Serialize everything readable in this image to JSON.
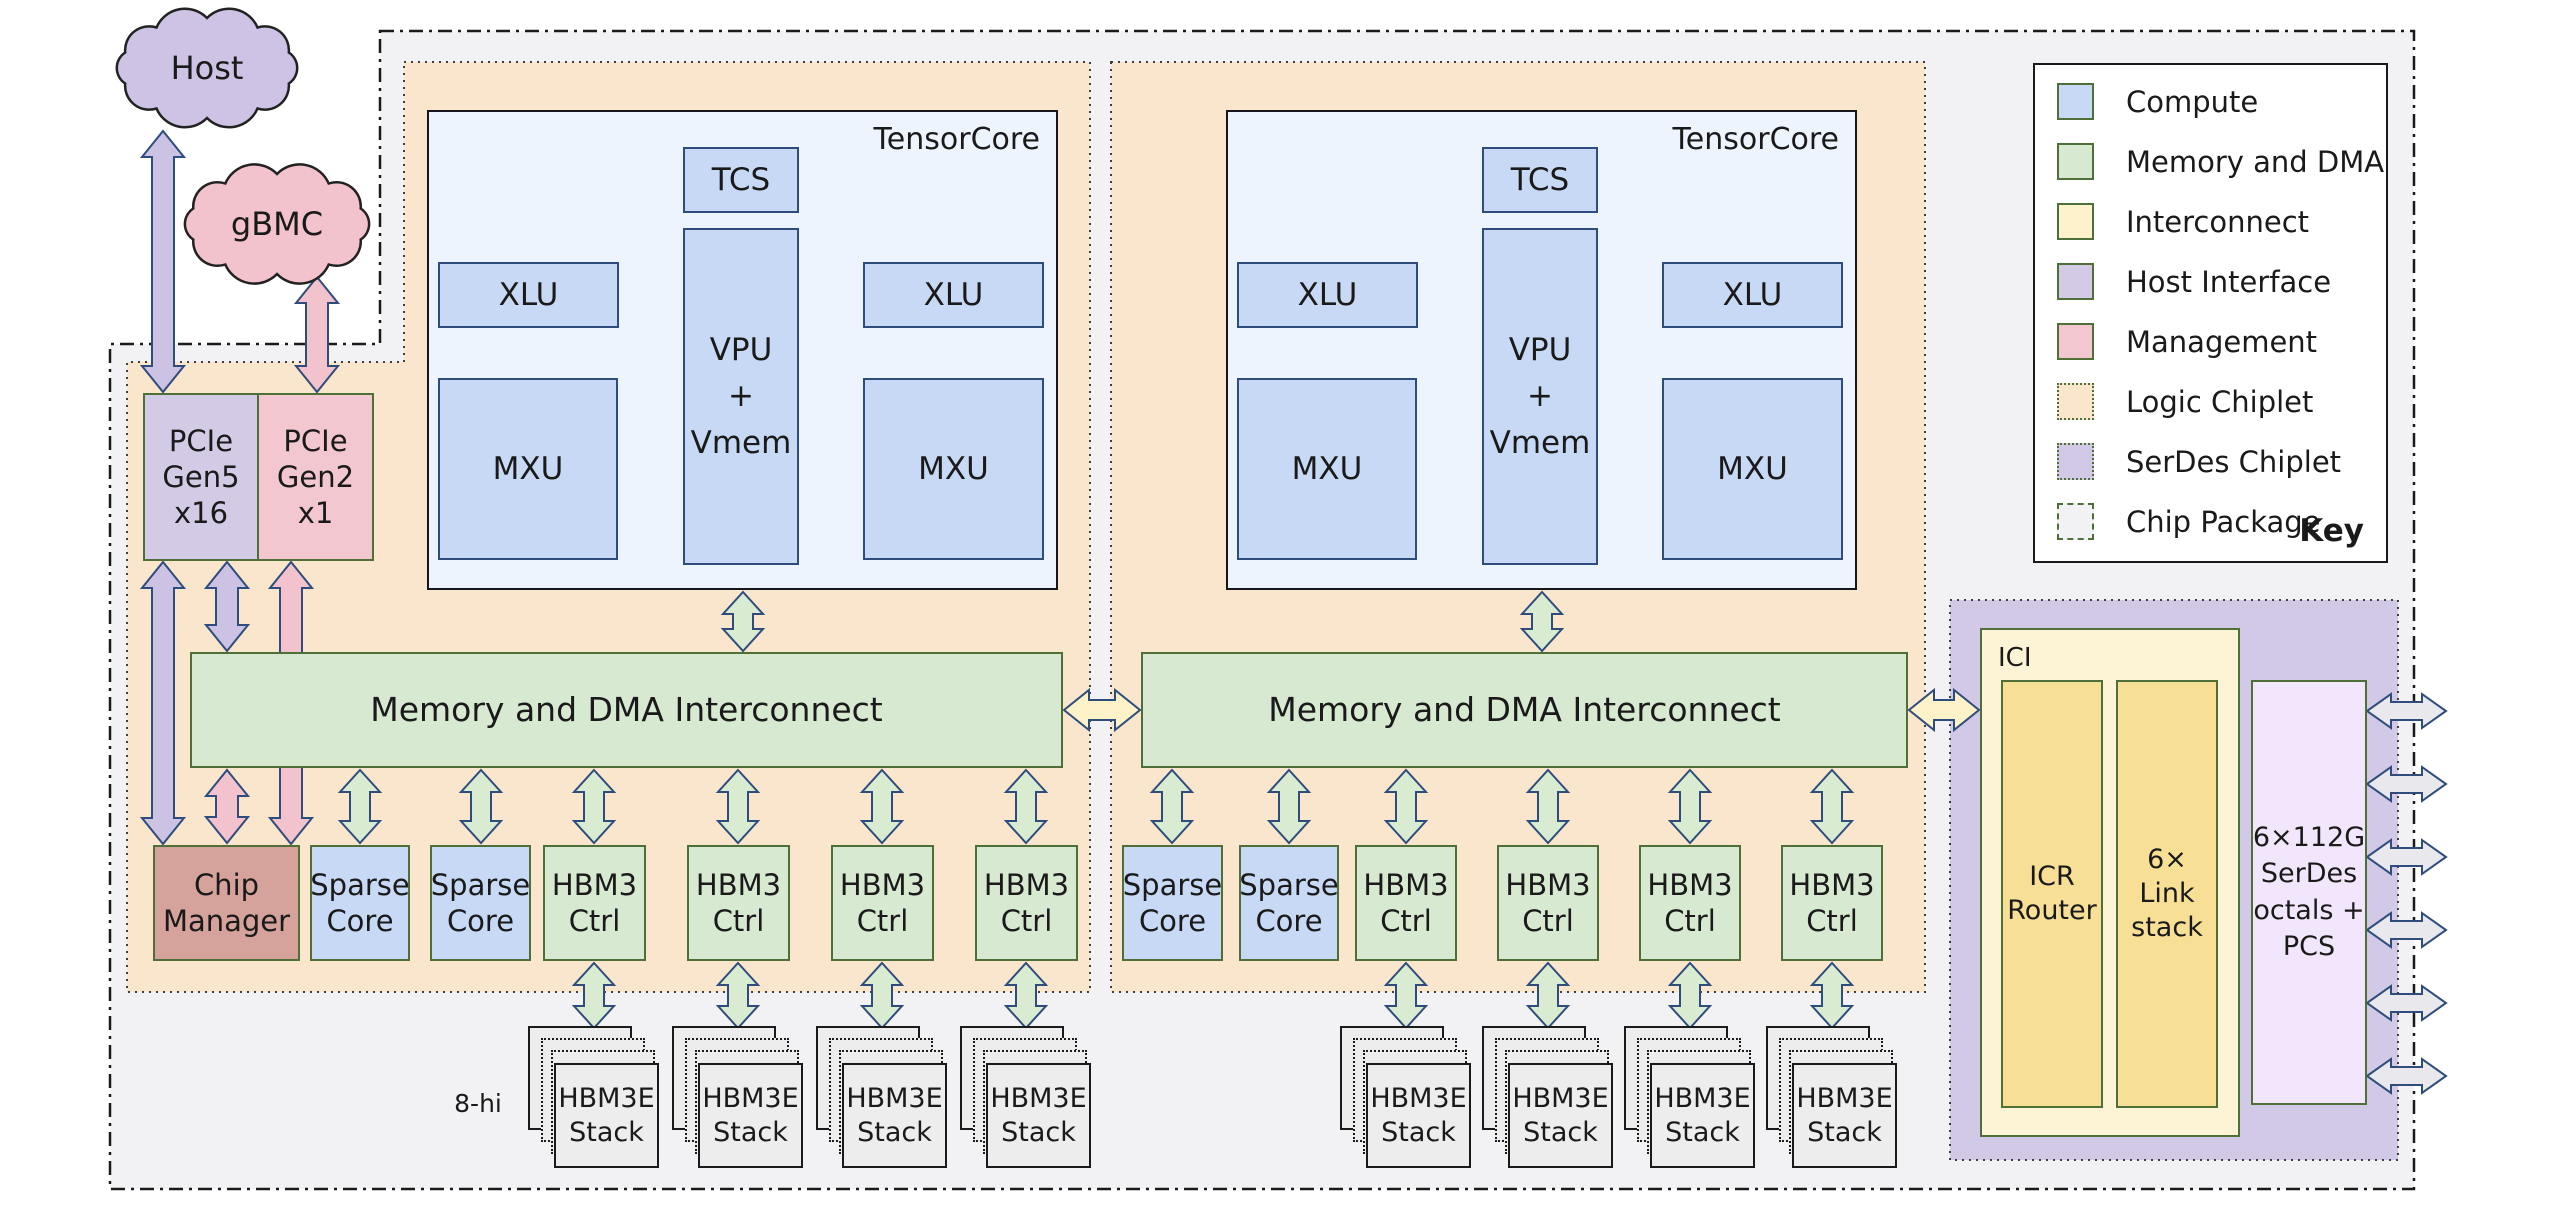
{
  "palette": {
    "compute_fill": "#c7d9f4",
    "compute_border": "#2f4d7c",
    "memory_fill": "#d8e9d1",
    "green_border": "#4e7038",
    "ici_outer_fill": "#fcf4d4",
    "ici_inner_fill": "#f7e096",
    "host_fill": "#d3cae6",
    "management_fill": "#f2c7d0",
    "chip_manager_fill": "#d5a29c",
    "logic_chiplet_fill": "#fae5cd",
    "serdes_chiplet_fill": "#d2c9e6",
    "package_fill": "#f2f2f4",
    "serdes_box_fill": "#f1e6fb",
    "tensorcore_fill": "#edf4fd",
    "stack_fill": "#ededee",
    "arrow_green": "#d9ecd2",
    "arrow_lavender": "#ccc2e4",
    "arrow_pink": "#f2c2cd",
    "arrow_yellow": "#fdf2c8",
    "arrow_blue": "#c7d9f4",
    "arrow_gray": "#e9e9ed",
    "arrow_stroke": "#2f4d7c",
    "cloud_host_fill": "#cec3e4",
    "cloud_gbmc_fill": "#f2c3cc"
  },
  "clouds": {
    "host": "Host",
    "gbmc": "gBMC"
  },
  "pcie": {
    "gen5": "PCIe\nGen5\nx16",
    "gen2": "PCIe\nGen2\nx1"
  },
  "chip_manager": "Chip\nManager",
  "tensorcore": {
    "label": "TensorCore",
    "tcs": "TCS",
    "xlu": "XLU",
    "mxu": "MXU",
    "vpu": "VPU\n+\nVmem"
  },
  "memory": {
    "interconnect": "Memory and DMA Interconnect",
    "sparse_core": "Sparse\nCore",
    "hbm3_ctrl": "HBM3\nCtrl",
    "hbm3e_stack": "HBM3E\nStack",
    "stack_height": "8-hi"
  },
  "ici": {
    "label": "ICI",
    "icr_router": "ICR\nRouter",
    "link_stack": "6×\nLink\nstack"
  },
  "serdes": {
    "octals": "6×112G\nSerDes\noctals +\nPCS"
  },
  "legend": {
    "title": "Key",
    "items": [
      {
        "label": "Compute",
        "fill": "#c7d9f4",
        "border": "#4e7038",
        "style": "solid"
      },
      {
        "label": "Memory and DMA",
        "fill": "#d8e9d1",
        "border": "#4e7038",
        "style": "solid"
      },
      {
        "label": "Interconnect",
        "fill": "#fdf2cb",
        "border": "#4e7038",
        "style": "solid"
      },
      {
        "label": "Host Interface",
        "fill": "#d3cae6",
        "border": "#4e7038",
        "style": "solid"
      },
      {
        "label": "Management",
        "fill": "#f2c7d0",
        "border": "#4e7038",
        "style": "solid"
      },
      {
        "label": "Logic Chiplet",
        "fill": "#fae5cd",
        "border": "#4e7038",
        "style": "dotted"
      },
      {
        "label": "SerDes Chiplet",
        "fill": "#d2c9e6",
        "border": "#4e7038",
        "style": "dotted"
      },
      {
        "label": "Chip Package",
        "fill": "#f2f2f4",
        "border": "#4e7038",
        "style": "dashed"
      }
    ]
  }
}
